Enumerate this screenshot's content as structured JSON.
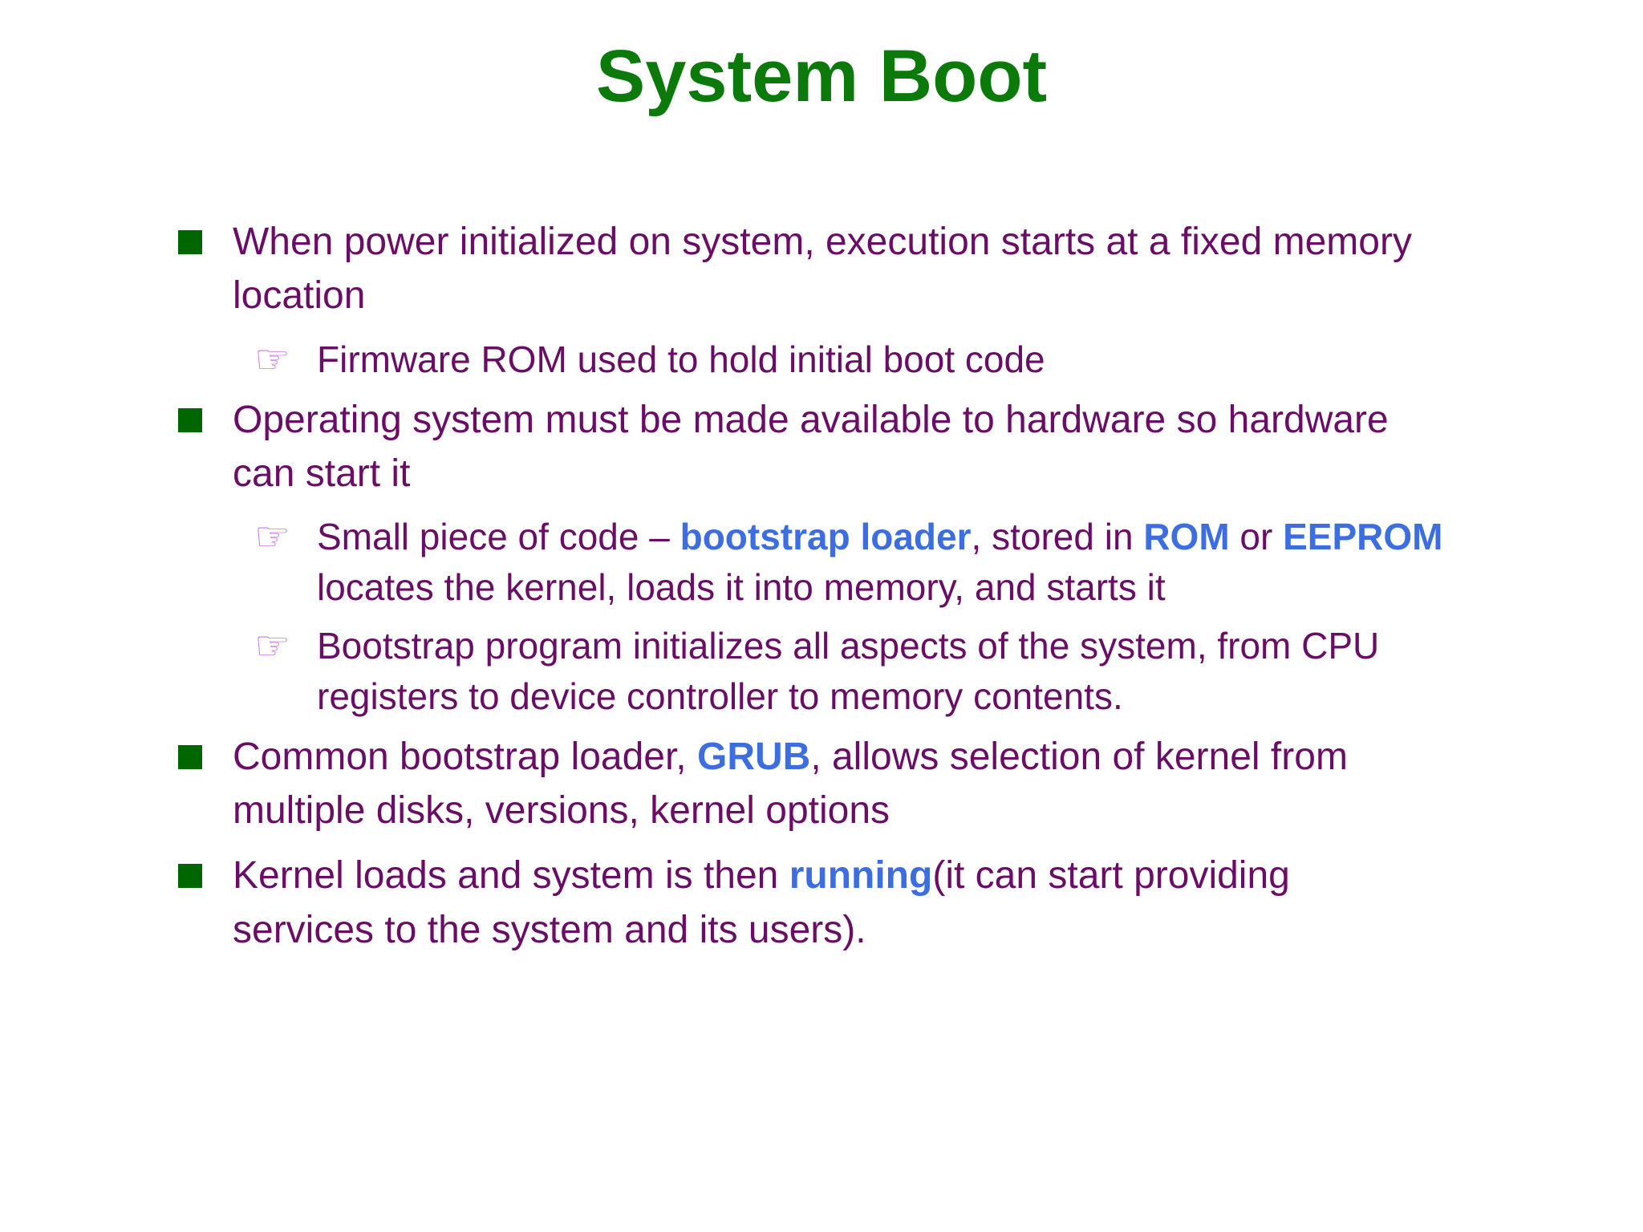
{
  "title": {
    "text": "System Boot"
  },
  "colors": {
    "title_green": "#0b7a0b",
    "bullet_green": "#006600",
    "body_purple": "#6a0d66",
    "highlight_blue": "#3c6edf",
    "hand_purple": "#c87bea",
    "background": "#ffffff"
  },
  "icons": {
    "square_bullet": "green-square",
    "pointing_hand": "☞"
  },
  "bullets": [
    {
      "level": 1,
      "runs": [
        {
          "text": "When power initialized on system, execution starts at a fixed memory location"
        }
      ]
    },
    {
      "level": 2,
      "runs": [
        {
          "text": "Firmware ROM used to hold initial boot code"
        }
      ]
    },
    {
      "level": 1,
      "runs": [
        {
          "text": "Operating system must be made available to hardware so hardware can start it"
        }
      ]
    },
    {
      "level": 2,
      "runs": [
        {
          "text": "Small piece of code – "
        },
        {
          "text": "bootstrap loader",
          "style": "blue"
        },
        {
          "text": ", stored in "
        },
        {
          "text": "ROM",
          "style": "blue"
        },
        {
          "text": " or "
        },
        {
          "text": "EEPROM",
          "style": "blue"
        },
        {
          "text": " locates the kernel, loads it into memory, and starts it"
        }
      ]
    },
    {
      "level": 2,
      "runs": [
        {
          "text": "Bootstrap program initializes all aspects of the system, from CPU registers to device controller to memory contents."
        }
      ]
    },
    {
      "level": 1,
      "runs": [
        {
          "text": "Common bootstrap loader, "
        },
        {
          "text": "GRUB",
          "style": "blue"
        },
        {
          "text": ", allows selection of kernel from multiple disks, versions, kernel options"
        }
      ]
    },
    {
      "level": 1,
      "runs": [
        {
          "text": "Kernel loads and system is then "
        },
        {
          "text": "running",
          "style": "blue"
        },
        {
          "text": "(it can start providing services to the system and its users)."
        }
      ]
    }
  ]
}
